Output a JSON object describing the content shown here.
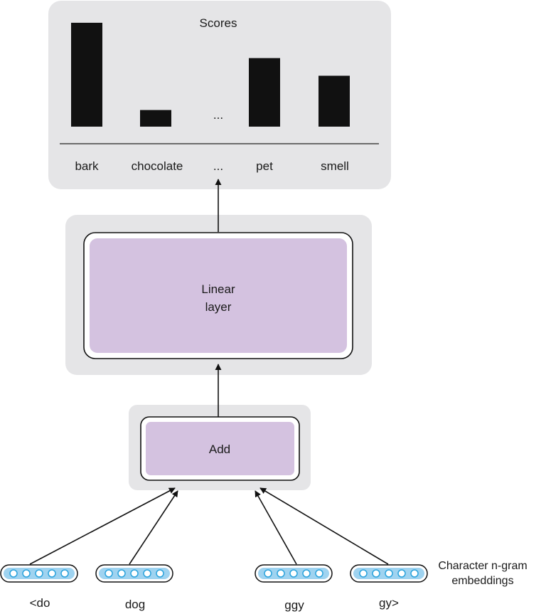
{
  "scores_panel": {
    "title": "Scores",
    "ellipsis": "...",
    "labels": [
      "bark",
      "chocolate",
      "...",
      "pet",
      "smell"
    ]
  },
  "chart_data": {
    "type": "bar",
    "title": "Scores",
    "categories": [
      "bark",
      "chocolate",
      "...",
      "pet",
      "smell"
    ],
    "values": [
      1.0,
      0.16,
      null,
      0.66,
      0.49
    ],
    "ylim": [
      0,
      1
    ],
    "grid": false
  },
  "linear_block": {
    "line1": "Linear",
    "line2": "layer"
  },
  "add_block": {
    "label": "Add"
  },
  "embeddings": {
    "caption_line1": "Character n-gram",
    "caption_line2": "embeddings",
    "tokens": [
      "<do",
      "dog",
      "ggy",
      "gy>"
    ]
  },
  "colors": {
    "panel": "#e5e5e7",
    "layer_fill": "#d4c2e0",
    "bar": "#111111",
    "embedding_dot": "#2aa3dc",
    "embedding_fill": "#9fd3f0"
  }
}
